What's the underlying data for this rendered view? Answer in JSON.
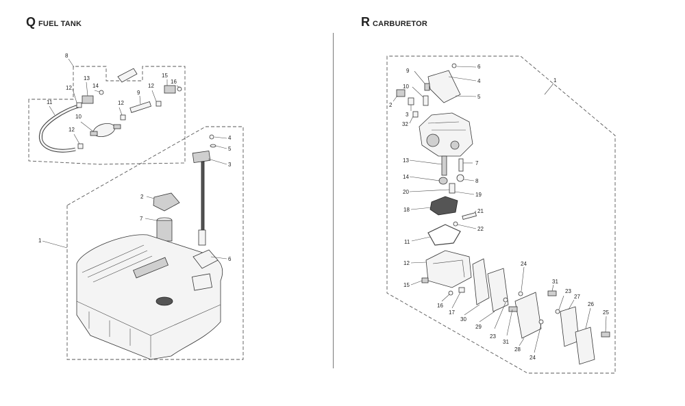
{
  "sections": {
    "fuel_tank": {
      "letter": "Q",
      "name": "FUEL TANK"
    },
    "carburetor": {
      "letter": "R",
      "name": "CARBURETOR"
    }
  },
  "callouts": {
    "fuel_tank": [
      "8",
      "13",
      "14",
      "12",
      "11",
      "10",
      "12",
      "9",
      "12",
      "15",
      "16",
      "12",
      "4",
      "5",
      "3",
      "2",
      "7",
      "1",
      "6"
    ],
    "carburetor": [
      "9",
      "6",
      "4",
      "10",
      "5",
      "2",
      "3",
      "32",
      "1",
      "13",
      "7",
      "14",
      "8",
      "20",
      "19",
      "18",
      "21",
      "22",
      "11",
      "12",
      "24",
      "15",
      "31",
      "16",
      "17",
      "30",
      "29",
      "23",
      "27",
      "26",
      "25",
      "23",
      "31",
      "28",
      "24"
    ]
  },
  "icons": {
    "tank": "fuel-tank-icon",
    "carb": "carburetor-icon"
  }
}
